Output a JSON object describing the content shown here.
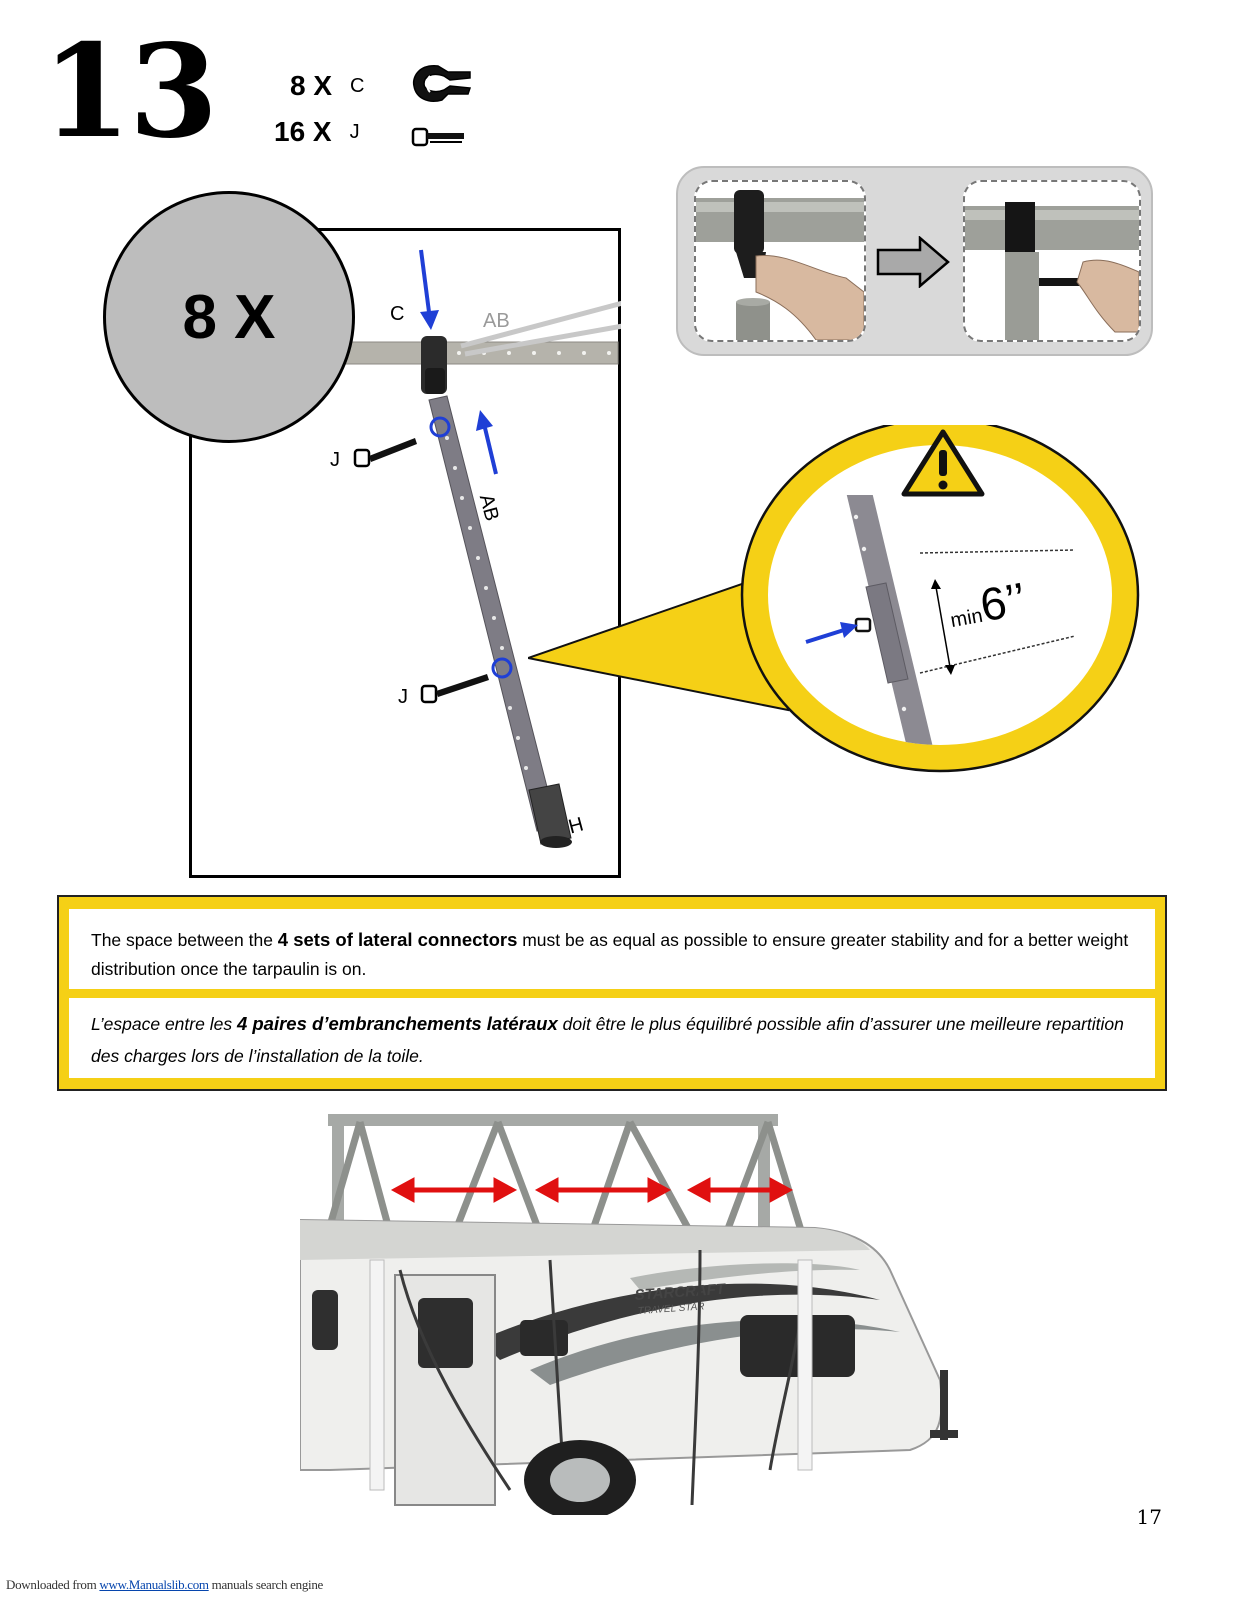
{
  "step": {
    "number": "13",
    "parts": [
      {
        "quantity": "8 X",
        "code": "C",
        "icon": "c-clamp-icon"
      },
      {
        "quantity": "16 X",
        "code": "J",
        "icon": "j-connector-icon"
      }
    ]
  },
  "main_illustration": {
    "badge": "8 X",
    "labels": {
      "c": "C",
      "ab_top": "AB",
      "ab_side": "AB",
      "j_upper": "J",
      "j_lower": "J",
      "h": "H"
    }
  },
  "detail_zoom": {
    "prefix": "min",
    "measure": "6’’",
    "warning_icon": "warning-triangle-icon"
  },
  "notice": {
    "english": {
      "before": "The space between the ",
      "bold": "4 sets of lateral connectors",
      "after": " must be as equal as possible to ensure greater stability and for a better weight distribution once the tarpaulin is on."
    },
    "french": {
      "before": "L’espace entre les ",
      "bold": "4 paires d’embranchements latéraux",
      "after": " doit être le plus équilibré possible afin d’assurer une meilleure repartition des charges lors de l’installation de la toile."
    }
  },
  "trailer_photo": {
    "brand_text": "STARCRAFT",
    "model_text": "TRAVEL STAR"
  },
  "page_number": "17",
  "footer": {
    "prefix": "Downloaded from ",
    "link": "www.Manualslib.com",
    "suffix": " manuals search engine"
  },
  "colors": {
    "accent_yellow": "#f5d016",
    "arrow_blue": "#1f3fd6",
    "arrow_red": "#e01010",
    "badge_gray": "#bdbdbd"
  }
}
